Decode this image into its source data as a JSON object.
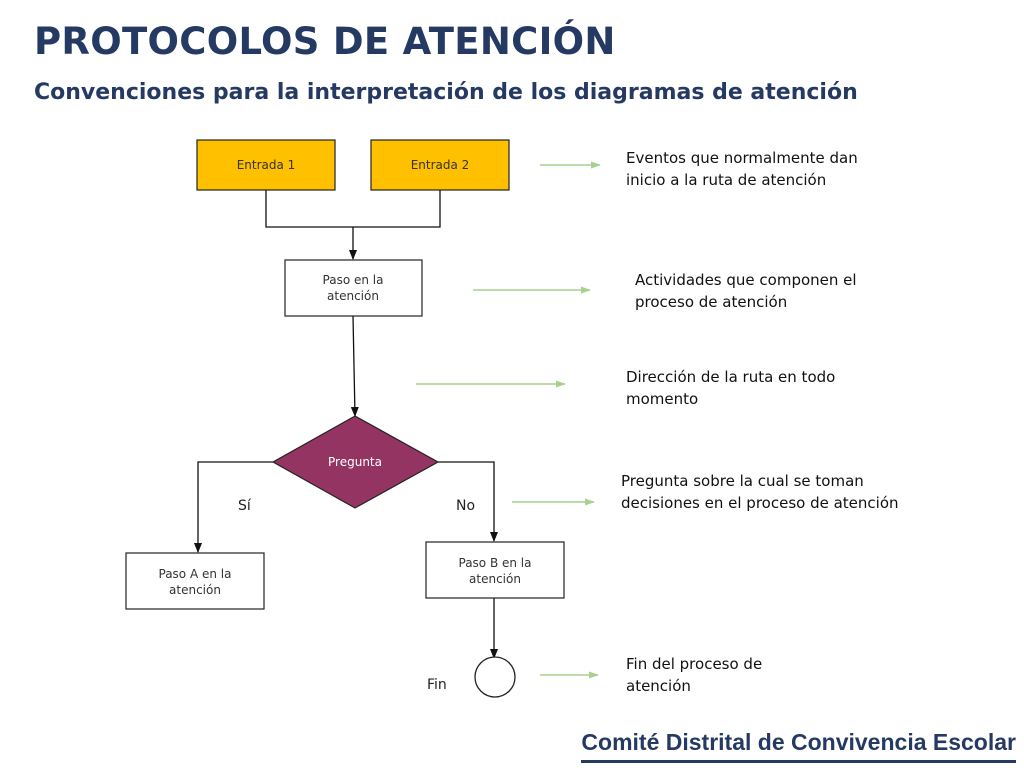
{
  "header": {
    "title": "PROTOCOLOS DE ATENCIÓN",
    "subtitle": "Convenciones para la interpretación de los diagramas de atención"
  },
  "diagram": {
    "entrada1": "Entrada 1",
    "entrada2": "Entrada 2",
    "paso": [
      "Paso en la",
      "atención"
    ],
    "pregunta": "Pregunta",
    "si": "Sí",
    "no": "No",
    "pasoA": [
      "Paso A en la",
      "atención"
    ],
    "pasoB": [
      "Paso B en la",
      "atención"
    ],
    "fin": "Fin"
  },
  "legend": {
    "entradas": "Eventos que normalmente dan inicio a la ruta de atención",
    "actividades": "Actividades que componen el proceso de atención",
    "direccion": "Dirección de la ruta en todo momento",
    "pregunta": "Pregunta sobre la cual se toman decisiones en el proceso de atención",
    "fin": "Fin del proceso de atención"
  },
  "footer": "Comité Distrital de Convivencia Escolar",
  "colors": {
    "title": "#253a63",
    "entrada_fill": "#ffc000",
    "pregunta_fill": "#943463",
    "legend_arrow": "#a9d18e"
  }
}
